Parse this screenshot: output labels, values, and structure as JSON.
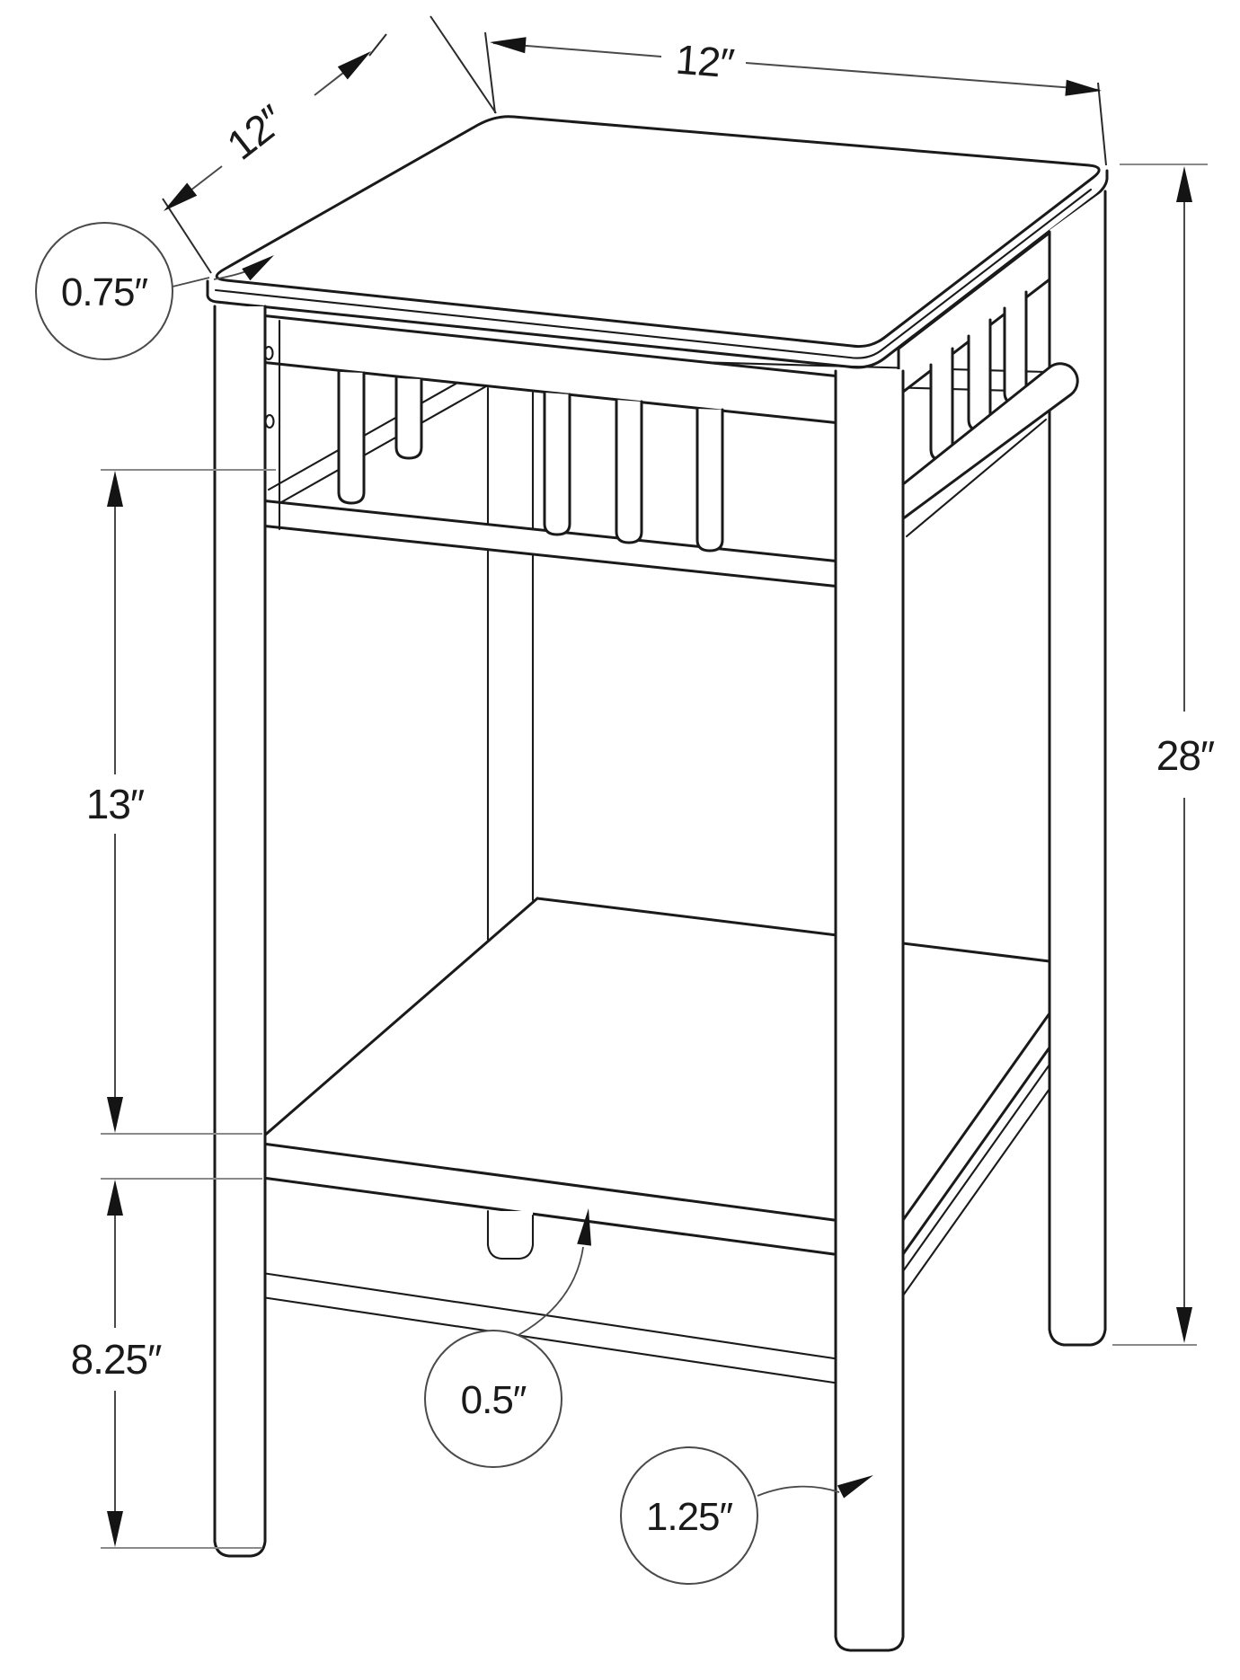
{
  "figure": {
    "kind": "furniture-dimension-drawing",
    "subject": "accent end table with spindle aprons and lower shelf, isometric line drawing",
    "background_color": "#ffffff",
    "line_color": "#1a1a1a",
    "dimension_line_color": "#4a4a4a",
    "units": "inches",
    "labels": {
      "top_depth": "12″",
      "top_width": "12″",
      "top_thickness": "0.75″",
      "shelf_clearance": "13″",
      "overall_height": "28″",
      "shelf_height": "8.25″",
      "shelf_thickness": "0.5″",
      "leg_diameter": "1.25″"
    }
  }
}
